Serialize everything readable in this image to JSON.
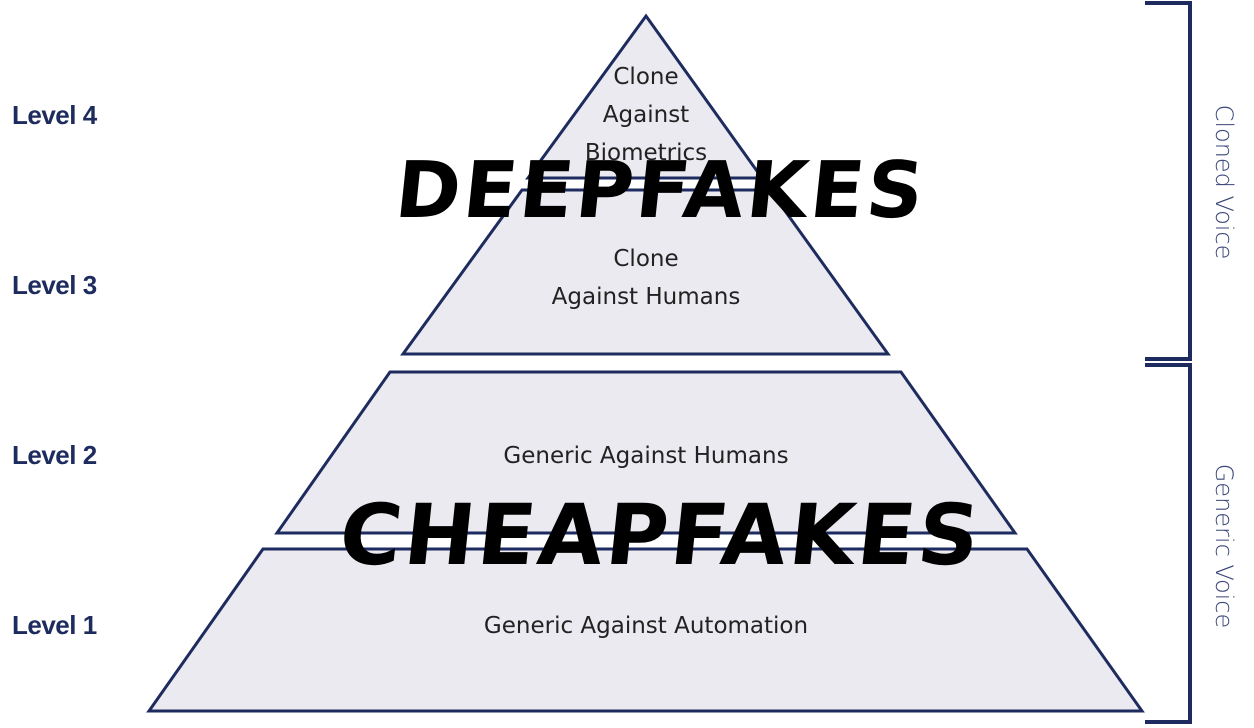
{
  "colors": {
    "navy": "#1e2b5e",
    "tier_fill": "#eaeaf0",
    "text": "#222222",
    "side_label": "#3a4778",
    "overlay": "#000000"
  },
  "levels": [
    {
      "label": "Level 4",
      "lines": [
        "Clone",
        "Against",
        "Biometrics"
      ]
    },
    {
      "label": "Level 3",
      "lines": [
        "Clone",
        "Against Humans"
      ]
    },
    {
      "label": "Level 2",
      "lines": [
        "Generic Against Humans"
      ]
    },
    {
      "label": "Level 1",
      "lines": [
        "Generic Against Automation"
      ]
    }
  ],
  "overlays": {
    "top": "DEEPFAKES",
    "bottom": "CHEAPFAKES"
  },
  "brackets": {
    "top": "Cloned Voice",
    "bottom": "Generic Voice"
  }
}
